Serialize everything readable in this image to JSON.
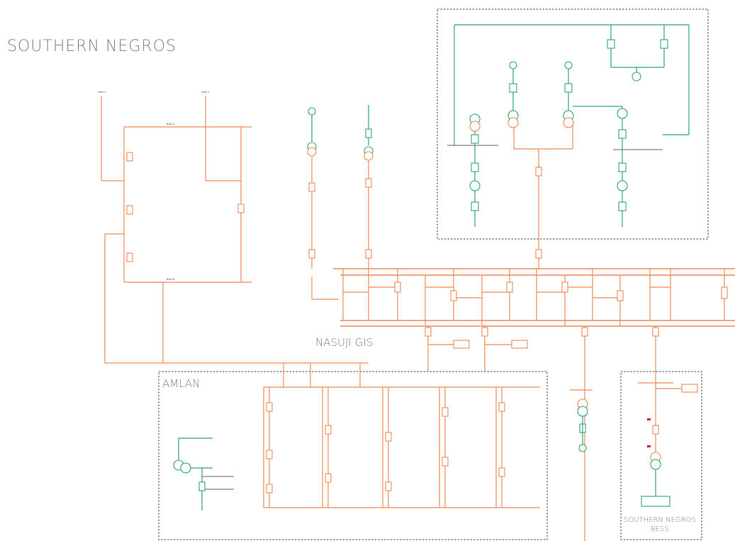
{
  "title": "SOUTHERN NEGROS",
  "substations": {
    "nasuji": "NASUJI GIS",
    "amlan": "AMLAN",
    "southern_negros_box": [
      "SOUTHERN NEGROS",
      "BESS"
    ]
  },
  "colors": {
    "bus_orange": "#ef8a55",
    "line_green": "#2fa57a",
    "border_dash": "#444444",
    "breaker_red": "#d82020",
    "title_gray": "#7f7f7f"
  }
}
